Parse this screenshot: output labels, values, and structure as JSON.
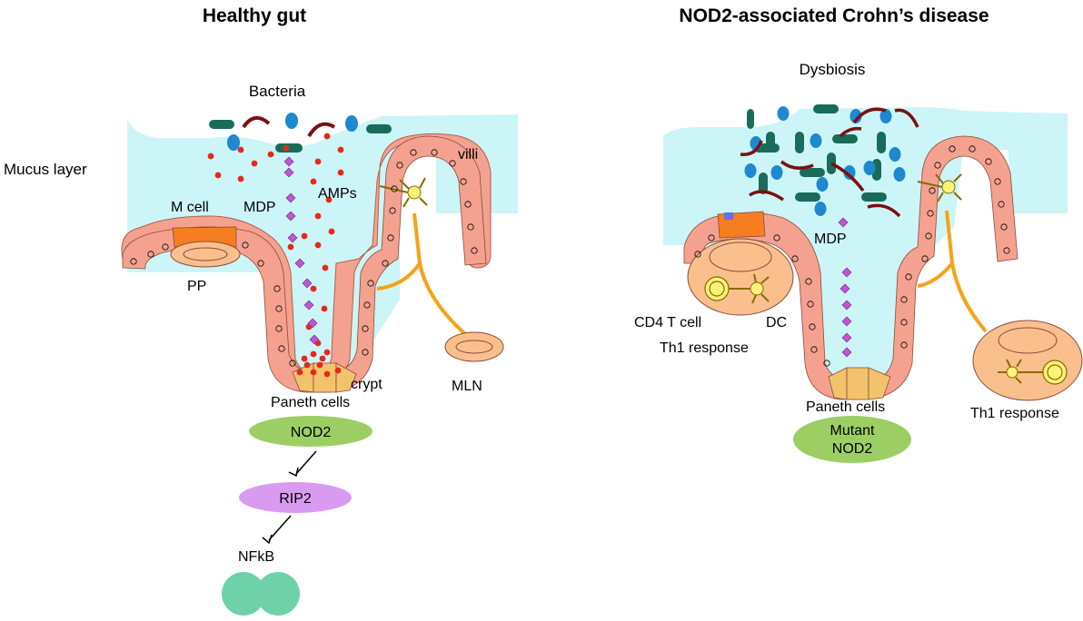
{
  "healthy": {
    "title": "Healthy gut",
    "bacteria": "Bacteria",
    "mucus_layer": "Mucus layer",
    "villi": "villi",
    "m_cell": "M cell",
    "mdp": "MDP",
    "amps": "AMPs",
    "pp": "PP",
    "crypt": "crypt",
    "paneth_cells": "Paneth cells",
    "mln": "MLN",
    "pathway": {
      "nod2": "NOD2",
      "rip2": "RIP2",
      "nfkb": "NFkB"
    }
  },
  "disease": {
    "title": "NOD2-associated Crohn’s disease",
    "dysbiosis": "Dysbiosis",
    "mdp": "MDP",
    "cd4_t_cell": "CD4 T cell",
    "dc": "DC",
    "th1_response_left": "Th1 response",
    "paneth_cells": "Paneth cells",
    "mutant_nod2_line1": "Mutant",
    "mutant_nod2_line2": "NOD2",
    "th1_response_right": "Th1 response"
  },
  "colors": {
    "mucus": "#ccf5f7",
    "epithelium": "#f4a28f",
    "paneth": "#f3c36b",
    "m_cell": "#f57e20",
    "bacteria_green": "#1b6b5a",
    "bacteria_blue": "#1e88d0",
    "bacteria_red": "#7a1010",
    "amp_dots": "#e8281c",
    "mdp_diamonds": "#c155d6",
    "lymph_node": "#f9c08e",
    "nod2_green": "#9ccf63",
    "rip2_violet": "#d99bf0",
    "nfkb_teal": "#6fd1aa",
    "lymph_lines": "#f6a21a",
    "dendritic_cell": "#fbf27a"
  }
}
